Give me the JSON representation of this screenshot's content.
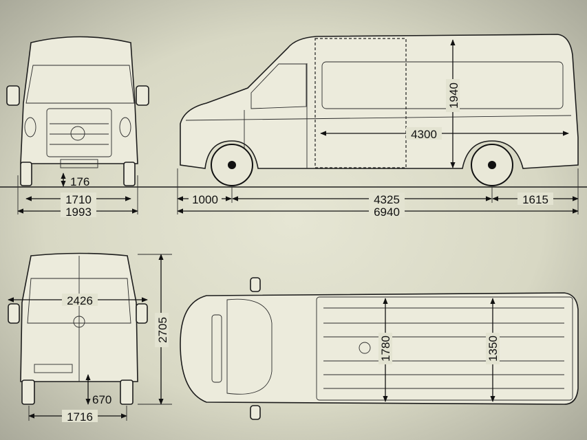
{
  "title": "Van dimensions drawing",
  "views": [
    "front",
    "side",
    "rear",
    "top"
  ],
  "dimensions": {
    "ground_clearance_front": "176",
    "front_track": "1710",
    "front_width": "1993",
    "load_height": "1940",
    "load_length": "4300",
    "front_overhang": "1000",
    "wheelbase": "4325",
    "rear_overhang": "1615",
    "overall_length": "6940",
    "width_with_mirrors": "2426",
    "overall_height": "2705",
    "rear_step_height": "670",
    "rear_track": "1716",
    "load_width": "1780",
    "width_between_arches": "1350"
  },
  "colors": {
    "line": "#1c1c1c",
    "background": "#dcdcc8",
    "body": "#ecebdc"
  }
}
